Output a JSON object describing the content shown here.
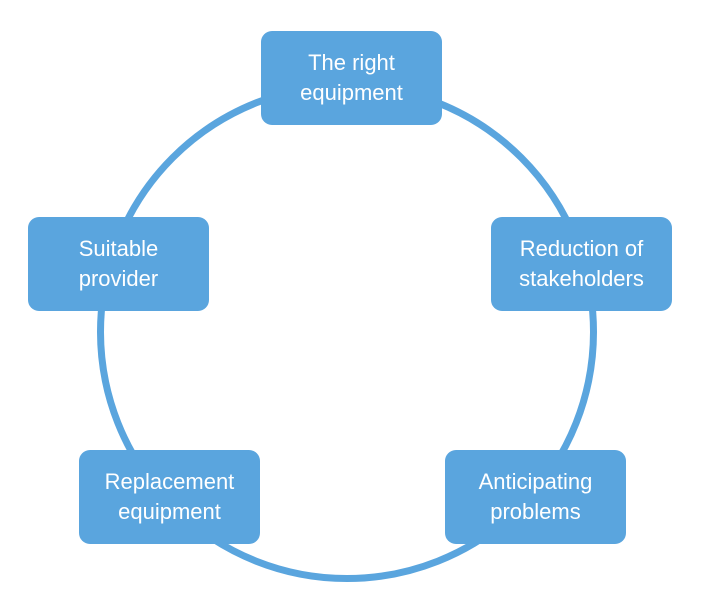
{
  "diagram": {
    "type": "cycle",
    "accent_color": "#5aa5de",
    "text_color": "#ffffff",
    "nodes": [
      {
        "line1": "The right",
        "line2": "equipment"
      },
      {
        "line1": "Reduction of",
        "line2": "stakeholders"
      },
      {
        "line1": "Anticipating",
        "line2": "problems"
      },
      {
        "line1": "Replacement",
        "line2": "equipment"
      },
      {
        "line1": "Suitable",
        "line2": "provider"
      }
    ]
  }
}
